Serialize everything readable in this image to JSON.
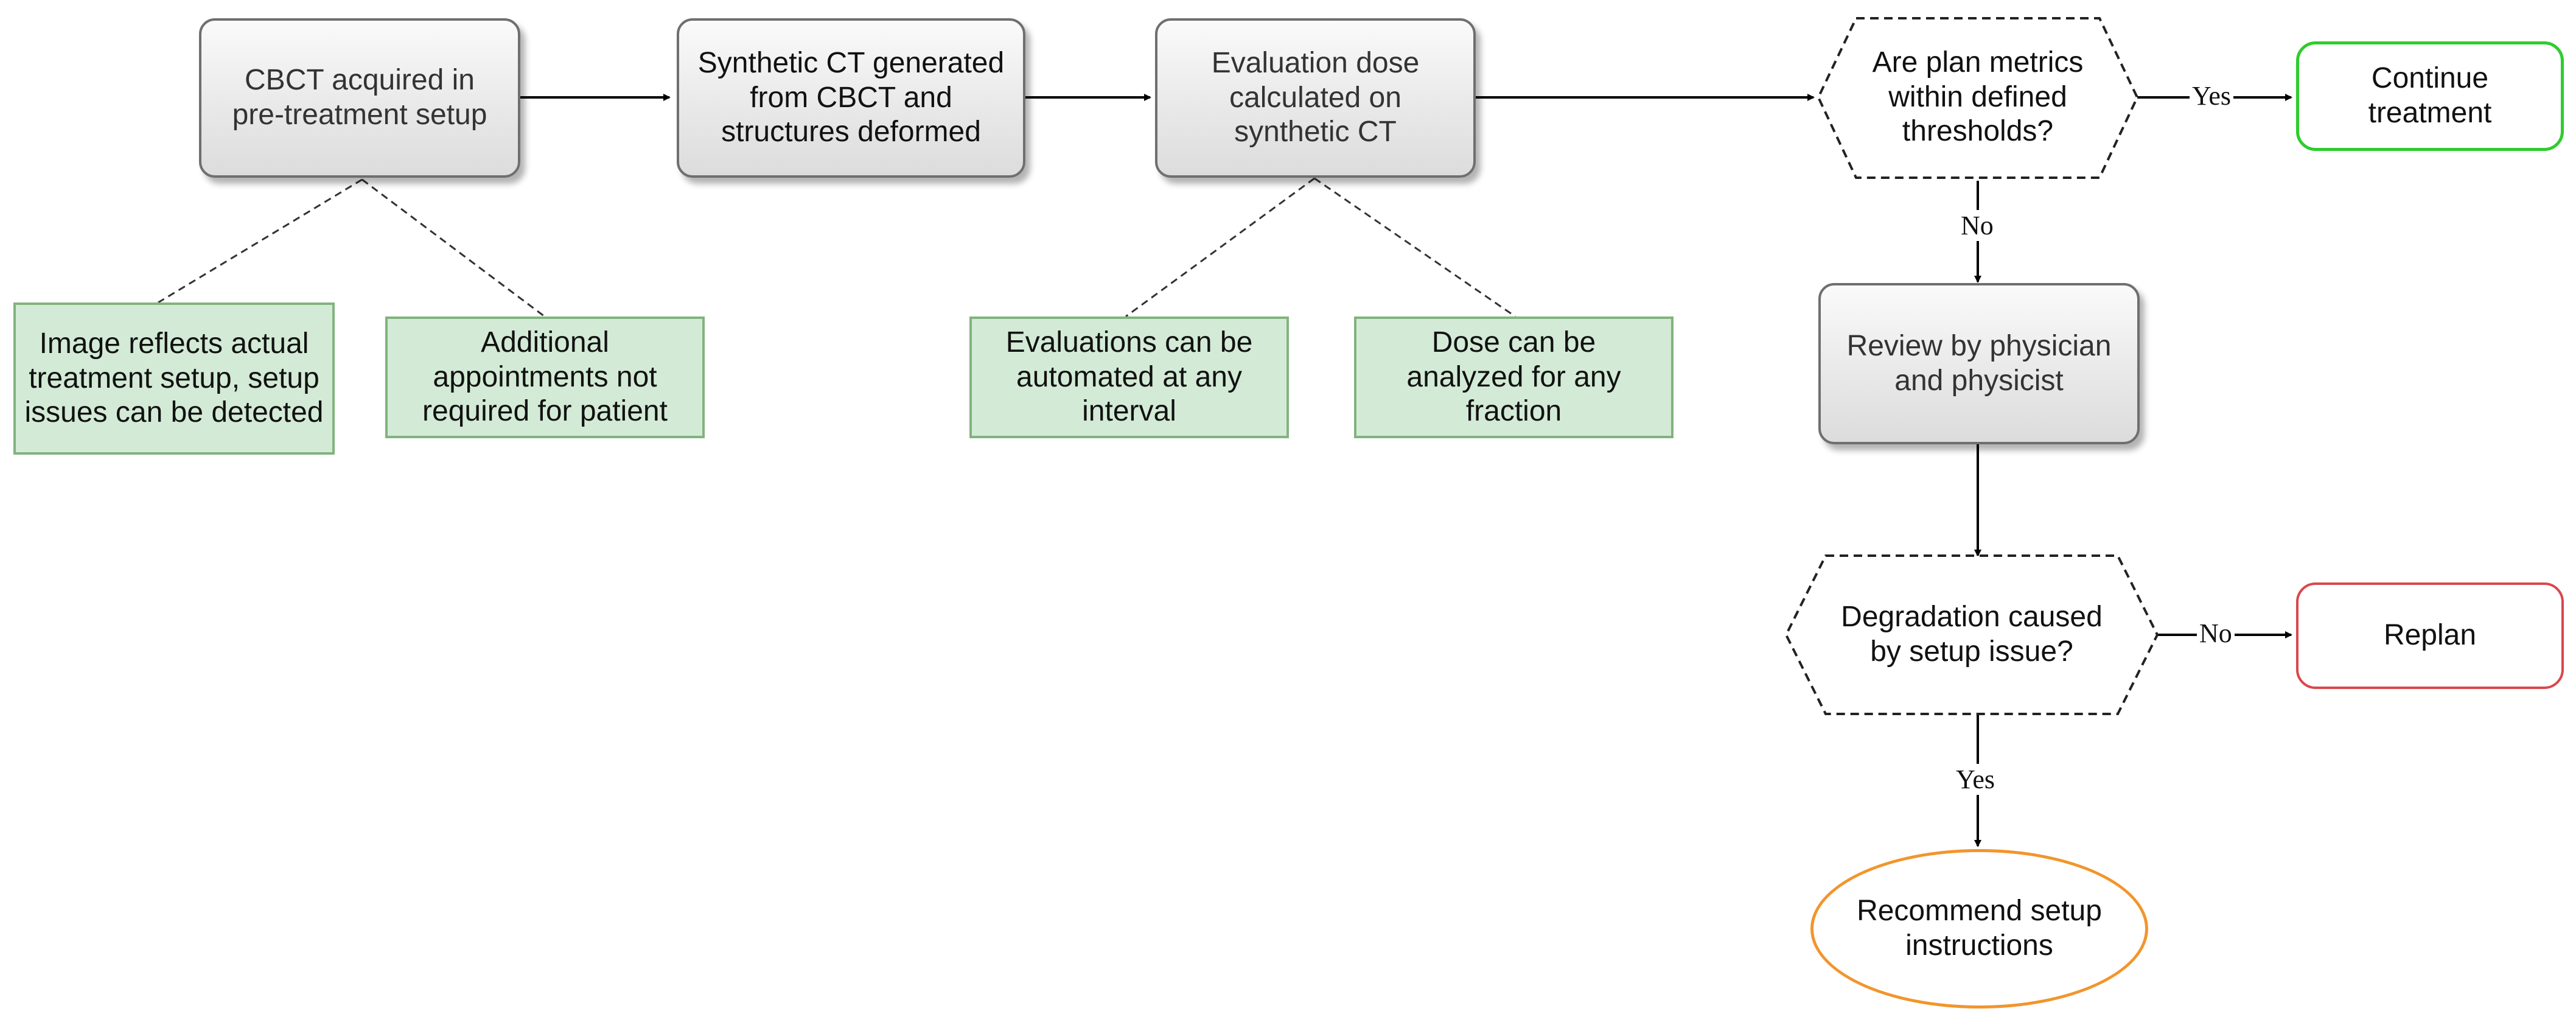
{
  "nodes": {
    "cbct": "CBCT acquired in pre-treatment setup",
    "synthetic": "Synthetic CT generated from CBCT and structures deformed",
    "eval_dose": "Evaluation dose calculated on synthetic CT",
    "decision_metrics": "Are plan metrics within defined thresholds?",
    "continue": "Continue treatment",
    "review": "Review by physician and physicist",
    "decision_setup": "Degradation caused by setup issue?",
    "replan": "Replan",
    "recommend": "Recommend setup instructions"
  },
  "notes": {
    "image_reflects": "Image reflects actual treatment setup, setup issues can be detected",
    "additional": "Additional appointments not required for patient",
    "evaluations": "Evaluations can be automated at any interval",
    "dose_analyzed": "Dose can be analyzed for any fraction"
  },
  "edge_labels": {
    "yes_continue": "Yes",
    "no_review": "No",
    "no_replan": "No",
    "yes_recommend": "Yes"
  },
  "colors": {
    "note_fill": "#d3ebd6",
    "note_border": "#82b37f",
    "continue_border": "#2ecc2e",
    "replan_border": "#d9474b",
    "recommend_border": "#f2952c"
  }
}
